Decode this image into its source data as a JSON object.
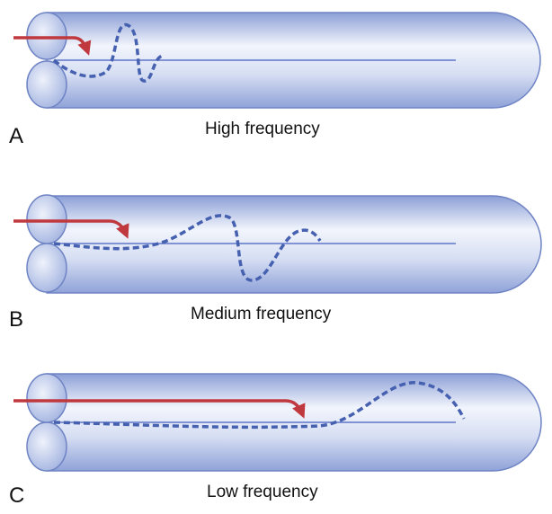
{
  "panels": [
    {
      "letter": "A",
      "caption": "High frequency"
    },
    {
      "letter": "B",
      "caption": "Medium frequency"
    },
    {
      "letter": "C",
      "caption": "Low frequency"
    }
  ],
  "colors": {
    "tube_outline": "#6f84c4",
    "tube_light": "#f2f5fc",
    "tube_mid": "#b9c7eb",
    "tube_dark": "#8c9fd6",
    "midline": "#5f76c8",
    "wave": "#4661b0",
    "arrow": "#c0393f"
  }
}
